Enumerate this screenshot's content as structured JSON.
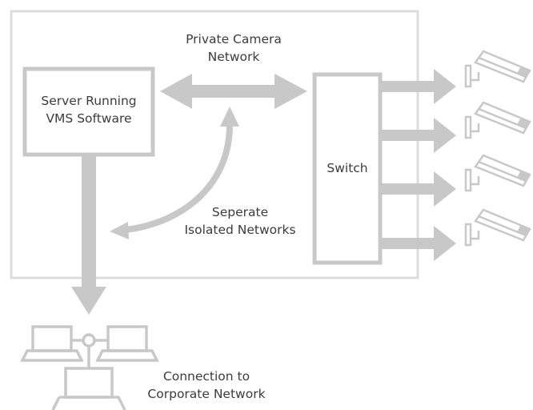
{
  "colors": {
    "line": "#dcdcdc",
    "shape": "#c8c8c8",
    "text": "#3c3c3c",
    "background": "#ffffff"
  },
  "labels": {
    "server": [
      "Server Running",
      "VMS Software"
    ],
    "private_network": [
      "Private Camera",
      "Network"
    ],
    "switch": "Switch",
    "isolated": [
      "Seperate",
      "Isolated Networks"
    ],
    "corporate": [
      "Connection to",
      "Corporate Network"
    ]
  },
  "icons": {
    "camera": "security-camera-icon",
    "network": "corporate-network-icon"
  }
}
